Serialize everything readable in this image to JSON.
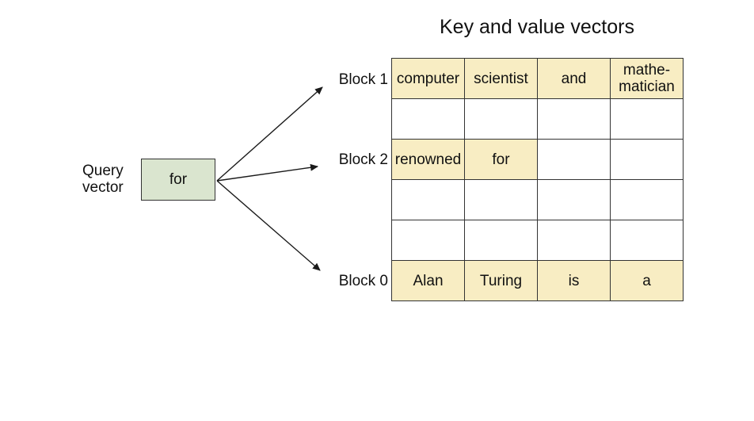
{
  "title": "Key and value vectors",
  "query_vector": {
    "label": "Query\nvector",
    "token": "for"
  },
  "block_labels": [
    {
      "label": "Block 1"
    },
    {
      "label": "Block 2"
    },
    {
      "label": "Block 0"
    }
  ],
  "colors": {
    "cell_highlight": "#f8edc3",
    "query_box_fill": "#dae5cf",
    "line": "#333333"
  },
  "table": {
    "columns": 4,
    "rows": [
      {
        "cells": [
          {
            "text": "computer",
            "highlight": true
          },
          {
            "text": "scientist",
            "highlight": true
          },
          {
            "text": "and",
            "highlight": true
          },
          {
            "text": "mathe-\nmatician",
            "highlight": true
          }
        ]
      },
      {
        "cells": [
          {
            "text": "",
            "highlight": false
          },
          {
            "text": "",
            "highlight": false
          },
          {
            "text": "",
            "highlight": false
          },
          {
            "text": "",
            "highlight": false
          }
        ]
      },
      {
        "cells": [
          {
            "text": "renowned",
            "highlight": true
          },
          {
            "text": "for",
            "highlight": true
          },
          {
            "text": "",
            "highlight": false
          },
          {
            "text": "",
            "highlight": false
          }
        ]
      },
      {
        "cells": [
          {
            "text": "",
            "highlight": false
          },
          {
            "text": "",
            "highlight": false
          },
          {
            "text": "",
            "highlight": false
          },
          {
            "text": "",
            "highlight": false
          }
        ]
      },
      {
        "cells": [
          {
            "text": "",
            "highlight": false
          },
          {
            "text": "",
            "highlight": false
          },
          {
            "text": "",
            "highlight": false
          },
          {
            "text": "",
            "highlight": false
          }
        ]
      },
      {
        "cells": [
          {
            "text": "Alan",
            "highlight": true
          },
          {
            "text": "Turing",
            "highlight": true
          },
          {
            "text": "is",
            "highlight": true
          },
          {
            "text": "a",
            "highlight": true
          }
        ]
      }
    ]
  }
}
